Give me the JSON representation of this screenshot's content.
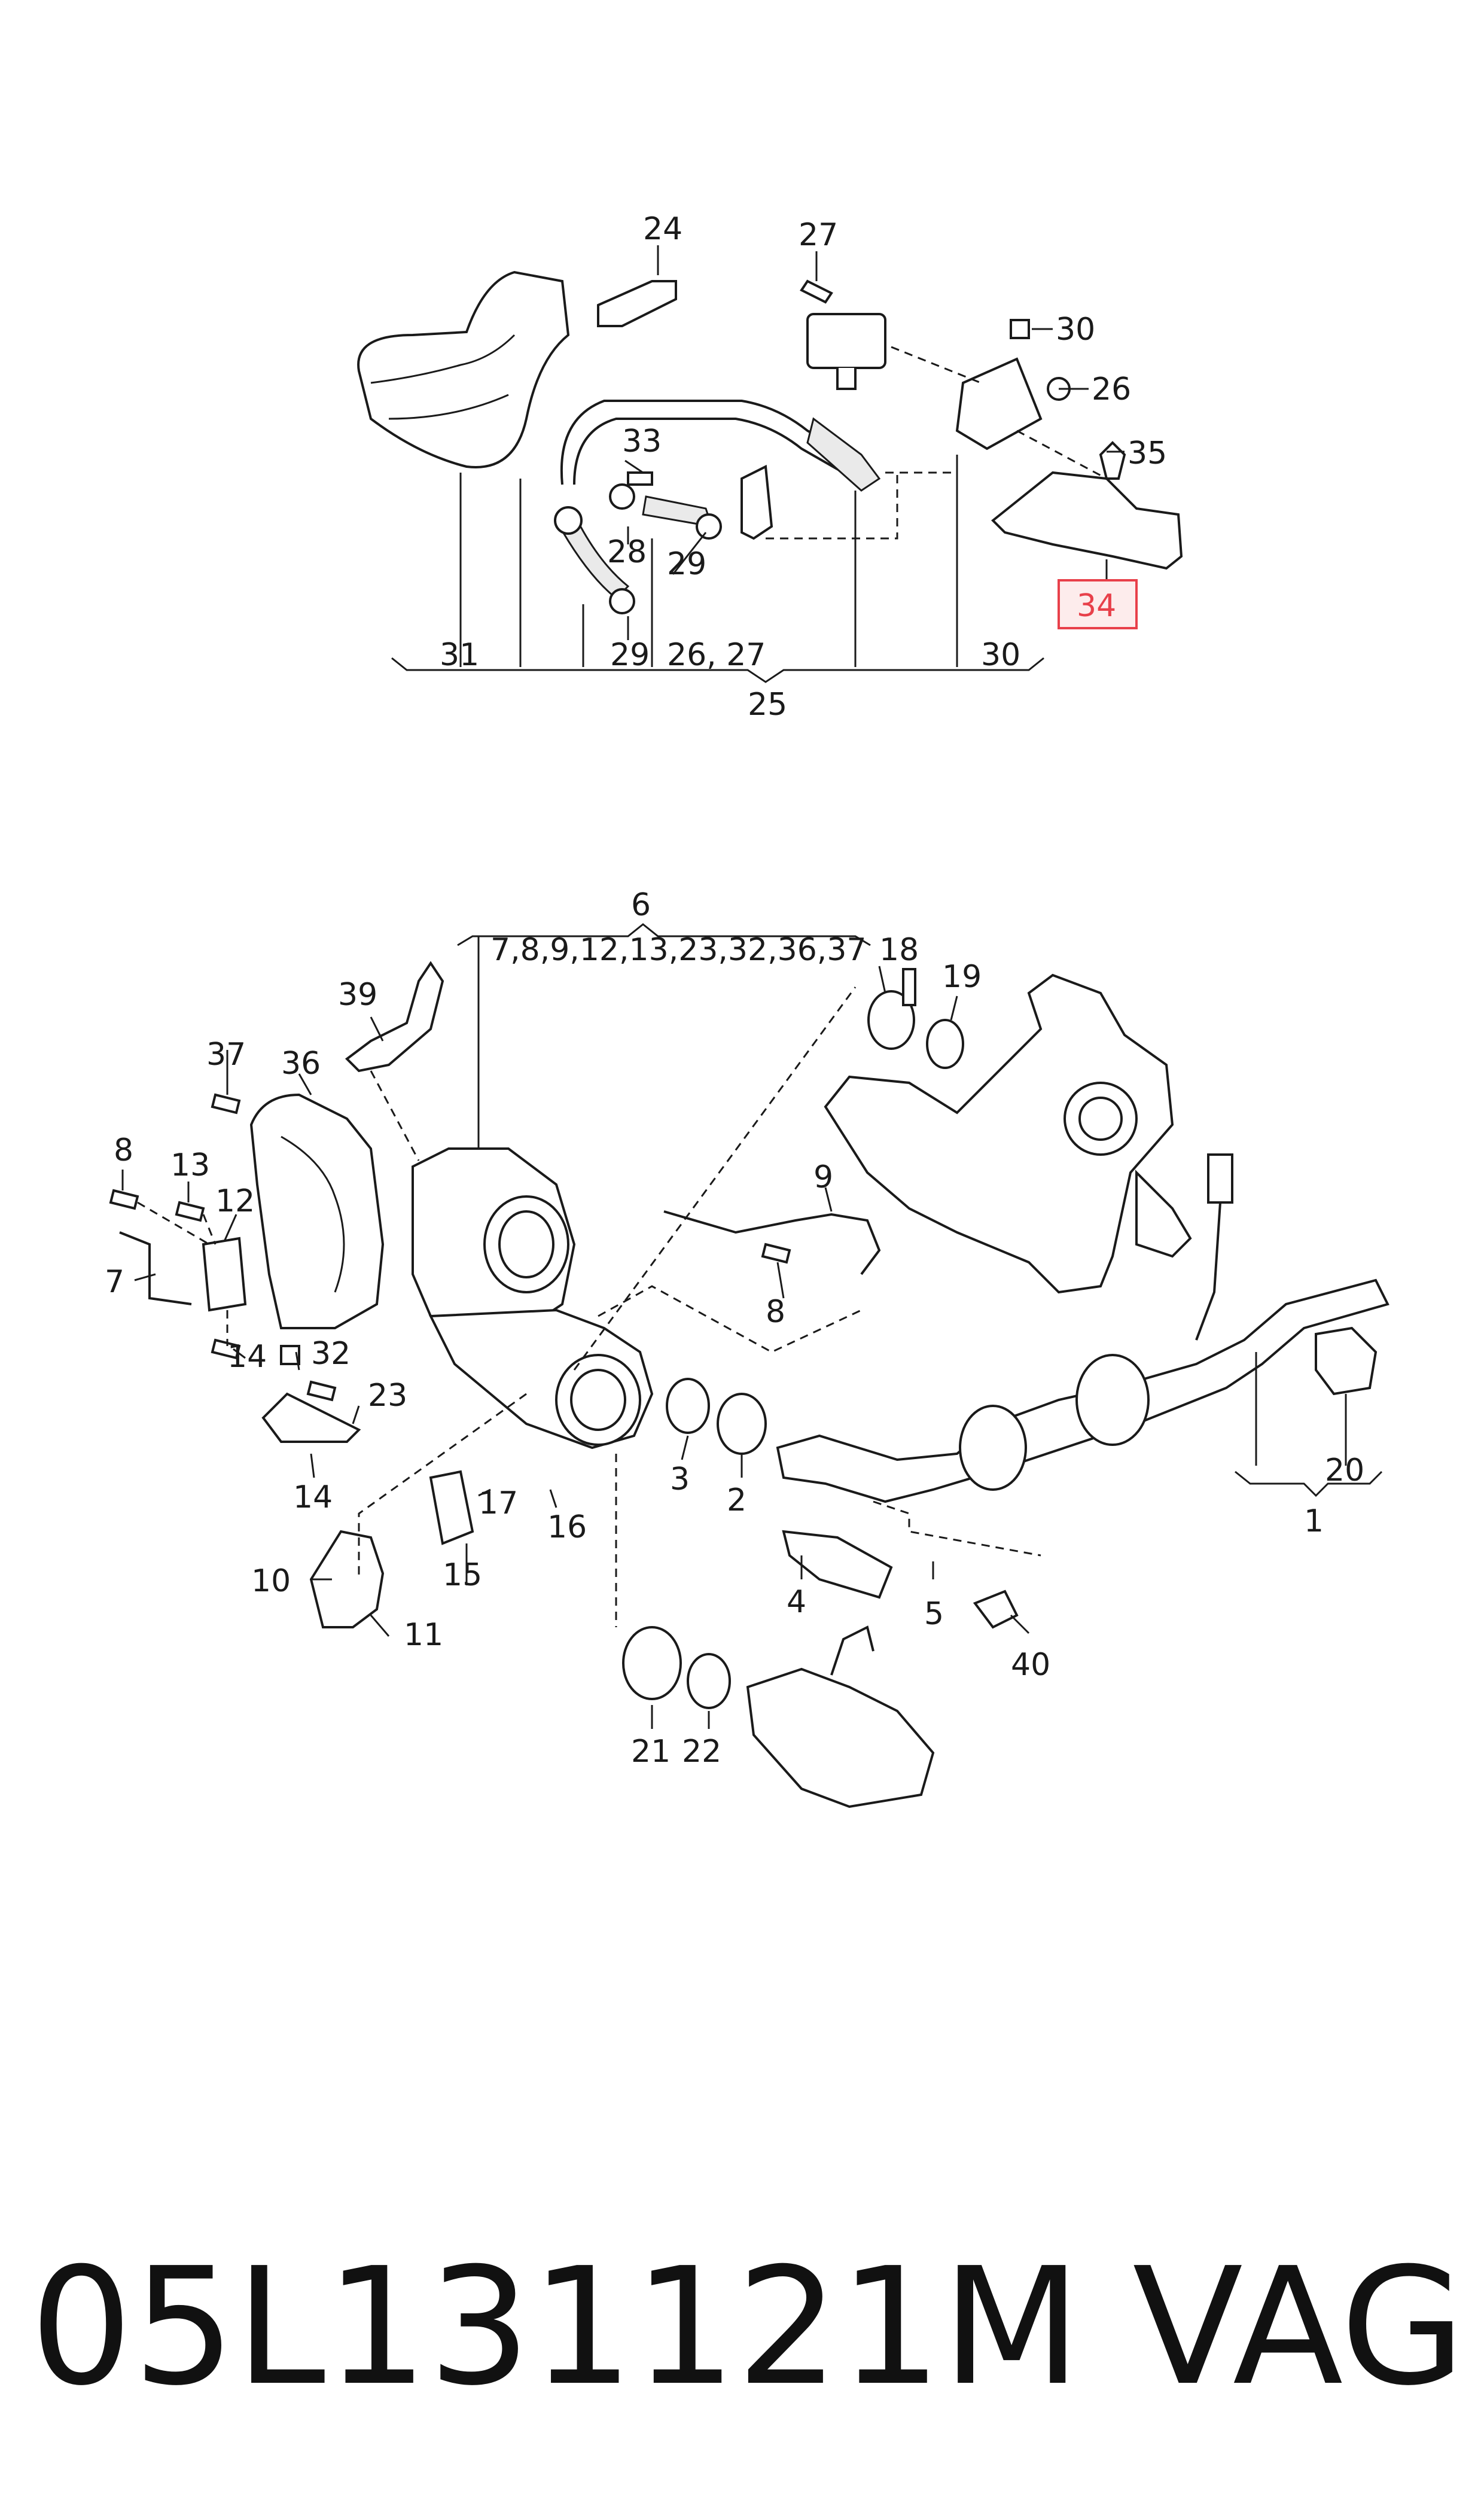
{
  "callouts": {
    "c1": "1",
    "c2": "2",
    "c3": "3",
    "c4": "4",
    "c5": "5",
    "c6": "6",
    "c6_group": "7,8,9,12,13,23,32,36,37",
    "c7": "7",
    "c8a": "8",
    "c8b": "8",
    "c9": "9",
    "c10": "10",
    "c11": "11",
    "c12": "12",
    "c13": "13",
    "c14a": "14",
    "c14b": "14",
    "c15": "15",
    "c16": "16",
    "c17": "17",
    "c18": "18",
    "c19": "19",
    "c20": "20",
    "c21": "21",
    "c22": "22",
    "c23": "23",
    "c24": "24",
    "c25": "25",
    "c26a": "26",
    "c26_27": "26, 27",
    "c27": "27",
    "c28": "28",
    "c29a": "29",
    "c29b": "29",
    "c30a": "30",
    "c30b": "30",
    "c31": "31",
    "c32": "32",
    "c33": "33",
    "c34": "34",
    "c35": "35",
    "c36": "36",
    "c37": "37",
    "c39": "39",
    "c40": "40"
  },
  "highlight": {
    "callout": "34",
    "color": "#e8404a",
    "fill": "#fdecec"
  },
  "footer": {
    "part_number": "05L131121M",
    "brand": "VAG"
  }
}
